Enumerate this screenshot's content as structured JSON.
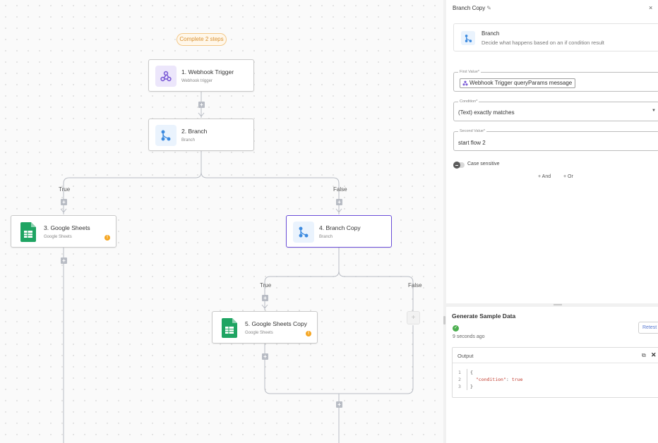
{
  "canvas": {
    "badge": "Complete 2 steps",
    "nodes": [
      {
        "title": "1. Webhook Trigger",
        "subtitle": "Webhook trigger",
        "icon": "webhook-icon"
      },
      {
        "title": "2. Branch",
        "subtitle": "Branch",
        "icon": "branch-icon"
      },
      {
        "title": "3. Google Sheets",
        "subtitle": "Google Sheets",
        "icon": "google-sheets-icon",
        "warning": "!"
      },
      {
        "title": "4. Branch Copy",
        "subtitle": "Branch",
        "icon": "branch-icon",
        "selected": true
      },
      {
        "title": "5. Google Sheets Copy",
        "subtitle": "Google Sheets",
        "icon": "google-sheets-icon",
        "warning": "!"
      }
    ],
    "edge_labels": {
      "branch2_true": "True",
      "branch2_false": "False",
      "branch4_true": "True",
      "branch4_false": "False"
    },
    "add_step_symbol": "+"
  },
  "panel": {
    "header_title": "Branch Copy",
    "pencil_icon": "✎",
    "close_icon": "×",
    "step_card": {
      "title": "Branch",
      "description": "Decide what happens based on an if condition result"
    },
    "first_value": {
      "label": "First Value*",
      "chip": "Webhook Trigger queryParams message"
    },
    "condition": {
      "label": "Condition*",
      "value": "(Text) exactly matches",
      "caret": "▼"
    },
    "second_value": {
      "label": "Second Value*",
      "value": "start flow 2"
    },
    "case_sensitive_label": "Case sensitive",
    "add_and": "+ And",
    "add_or": "+ Or",
    "generate": {
      "title": "Generate Sample Data",
      "status_icon": "✓",
      "time_ago": "9 seconds ago",
      "retest_label": "Retest"
    },
    "output": {
      "title": "Output",
      "copy_icon": "⧉",
      "close_icon": "✕",
      "lines": [
        {
          "n": "1",
          "text": "{"
        },
        {
          "n": "2",
          "key": "\"condition\"",
          "sep": ": ",
          "value": "true"
        },
        {
          "n": "3",
          "text": "}"
        }
      ]
    }
  },
  "colors": {
    "accent": "#6b4fd8",
    "warning": "#f5a623",
    "success": "#4caf50",
    "badge": "#d9902f"
  }
}
